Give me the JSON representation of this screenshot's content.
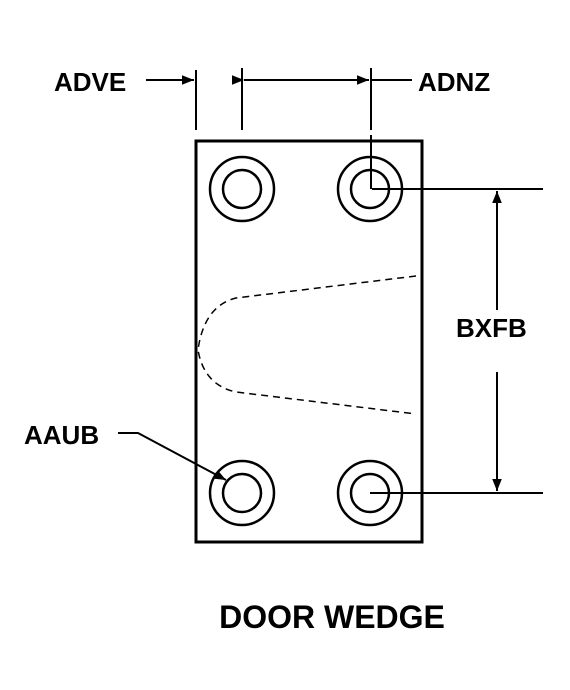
{
  "diagram": {
    "title": "DOOR WEDGE",
    "labels": {
      "adve": "ADVE",
      "adnz": "ADNZ",
      "bxfb": "BXFB",
      "aaub": "AAUB"
    },
    "colors": {
      "ink": "#000000",
      "background": "#ffffff"
    }
  }
}
